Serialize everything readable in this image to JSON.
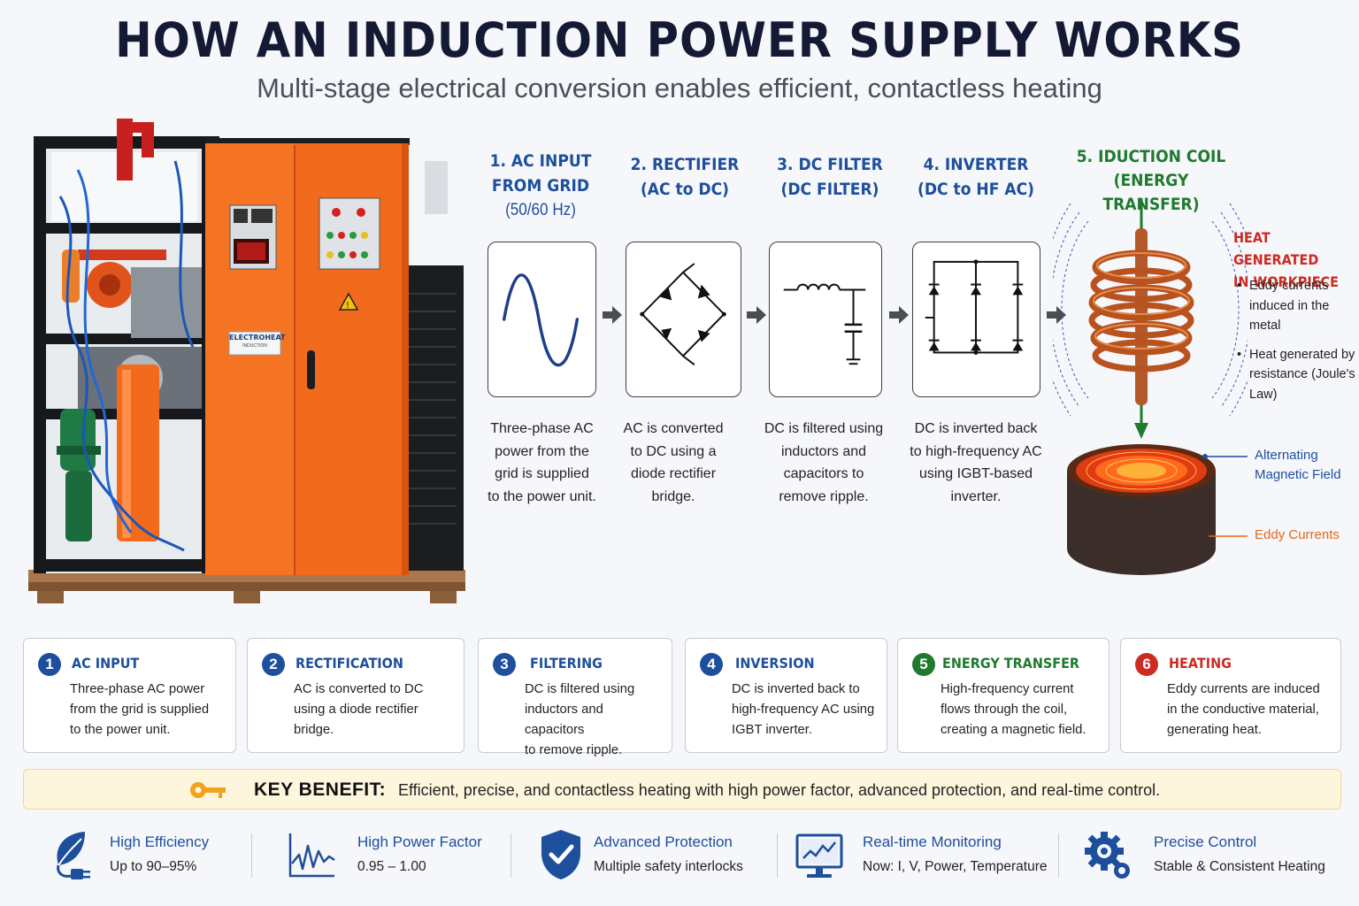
{
  "header": {
    "title": "HOW AN INDUCTION POWER SUPPLY WORKS",
    "subtitle": "Multi-stage electrical conversion enables efficient, contactless heating"
  },
  "machine": {
    "label_line1": "ELECTROHEAT",
    "label_line2": "INDUCTION"
  },
  "stages": [
    {
      "title_l1": "1. AC INPUT",
      "title_l2": "FROM GRID",
      "title_l3": "(50/60 Hz)",
      "desc_l1": "Three-phase AC",
      "desc_l2": "power from the",
      "desc_l3": "grid is supplied",
      "desc_l4": "to the power unit."
    },
    {
      "title_l1": "2. RECTIFIER",
      "title_l2": "(AC to DC)",
      "desc_l1": "AC is converted",
      "desc_l2": "to DC using a",
      "desc_l3": "diode rectifier",
      "desc_l4": "bridge."
    },
    {
      "title_l1": "3. DC FILTER",
      "title_l2": "(DC FILTER)",
      "desc_l1": "DC is filtered using",
      "desc_l2": "inductors and",
      "desc_l3": "capacitors to",
      "desc_l4": "remove ripple."
    },
    {
      "title_l1": "4. INVERTER",
      "title_l2": "(DC to HF AC)",
      "desc_l1": "DC is inverted back",
      "desc_l2": "to high-frequency AC",
      "desc_l3": "using IGBT-based",
      "desc_l4": "inverter."
    }
  ],
  "coil": {
    "title_l1": "5. IDUCTION COIL",
    "title_l2": "(ENERGY TRANSFER)",
    "heat_title_l1": "HEAT GENERATED",
    "heat_title_l2": "IN WORKPIECE",
    "bullets": [
      "Eddy currents induced in the metal",
      "Heat generated by resistance (Joule's Law)"
    ],
    "field_label_l1": "Alternating",
    "field_label_l2": "Magnetic Field",
    "eddy_label": "Eddy Currents"
  },
  "cards": [
    {
      "num": "1",
      "title": "AC INPUT",
      "l1": "Three-phase AC power",
      "l2": "from the grid is supplied",
      "l3": "to the power unit.",
      "color": "#1d4f9c"
    },
    {
      "num": "2",
      "title": "RECTIFICATION",
      "l1": "AC is converted to DC",
      "l2": "using a diode rectifier",
      "l3": "bridge.",
      "color": "#1d4f9c"
    },
    {
      "num": "3",
      "title": "FILTERING",
      "l1": "DC is filtered using",
      "l2": "inductors and capacitors",
      "l3": "to remove ripple.",
      "color": "#1d4f9c"
    },
    {
      "num": "4",
      "title": "INVERSION",
      "l1": "DC is inverted back to",
      "l2": "high-frequency AC using",
      "l3": "IGBT inverter.",
      "color": "#1d4f9c"
    },
    {
      "num": "5",
      "title": "ENERGY TRANSFER",
      "l1": "High-frequency current",
      "l2": "flows through the coil,",
      "l3": "creating a magnetic field.",
      "color": "#1f7a2e"
    },
    {
      "num": "6",
      "title": "HEATING",
      "l1": "Eddy currents are induced",
      "l2": "in the conductive material,",
      "l3": "generating heat.",
      "color": "#cc2b22"
    }
  ],
  "benefit": {
    "label": "KEY BENEFIT:",
    "text": "Efficient, precise, and contactless heating with high power factor, advanced protection, and real-time control."
  },
  "features": [
    {
      "title": "High Efficiency",
      "sub": "Up to 90–95%",
      "icon": "leaf-plug-icon"
    },
    {
      "title": "High Power Factor",
      "sub": "0.95 – 1.00",
      "icon": "waveform-icon"
    },
    {
      "title": "Advanced Protection",
      "sub": "Multiple safety interlocks",
      "icon": "shield-check-icon"
    },
    {
      "title": "Real-time Monitoring",
      "sub": "Now: I, V, Power, Temperature",
      "icon": "monitor-chart-icon"
    },
    {
      "title": "Precise Control",
      "sub": "Stable & Consistent Heating",
      "icon": "gears-icon"
    }
  ],
  "colors": {
    "blue": "#1d4f9c",
    "green": "#1f7a2e",
    "red": "#cc2b22",
    "orange": "#f26a1b"
  }
}
